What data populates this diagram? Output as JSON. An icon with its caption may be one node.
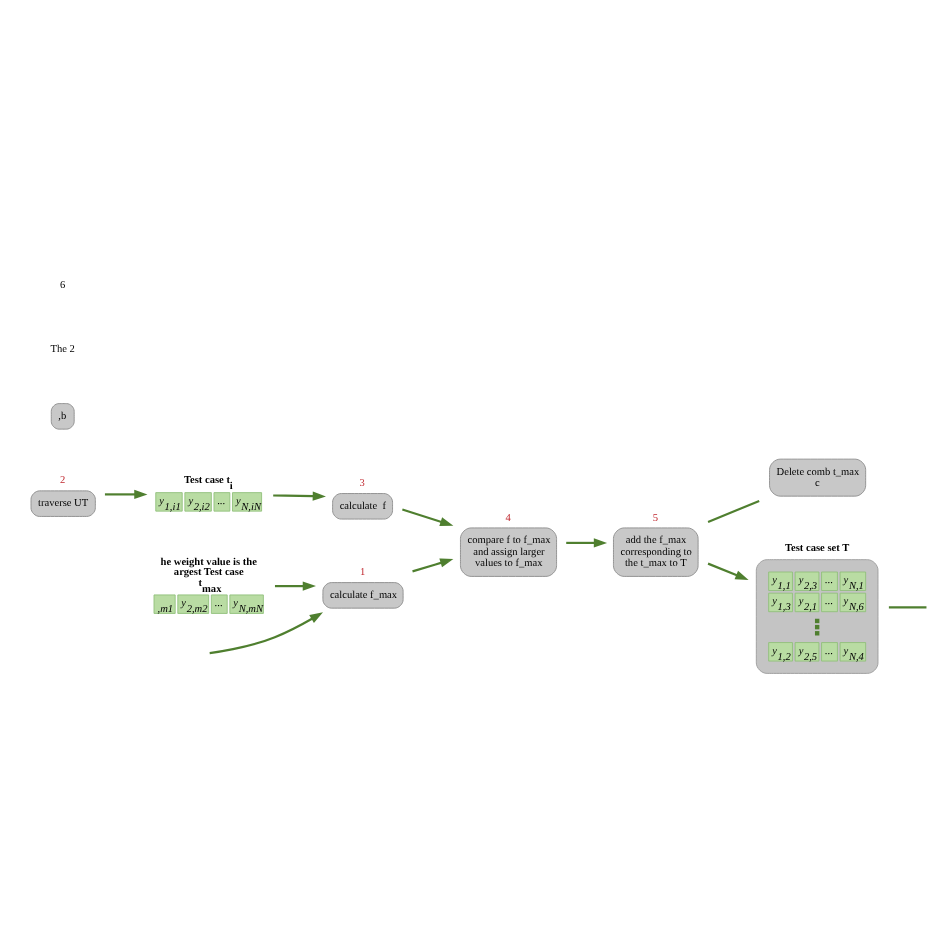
{
  "diagram": {
    "nodes": [
      {
        "text": [
          "traverse UT"
        ],
        "beside": [
          "2"
        ]
      },
      {
        "text": [
          "Test case t$_{i}$",
          "y$_{1,i1}$",
          "y$_{2,i2}$",
          "...",
          "y$_{N,iN}$"
        ]
      },
      {
        "text": [
          "calculate  f"
        ],
        "beside": [
          "3"
        ]
      },
      {
        "text": [
          "he weight value is the argest Test case t$_{max}$",
          "$_{,m1}$",
          "y$_{2,m2}$",
          "...",
          "y$_{N,mN}$"
        ]
      },
      {
        "text": [
          "calculate f_max"
        ],
        "beside": [
          "1"
        ]
      },
      {
        "text": [
          "compare f to f_max and assign larger values to f_max"
        ],
        "beside": [
          "4"
        ]
      },
      {
        "text": [
          "Delete comb t_max c"
        ]
      },
      {
        "text": [
          "add the f_max corresponding to the t_max to T"
        ],
        "beside": [
          "5"
        ]
      },
      {
        "text": [
          ",b"
        ]
      },
      {
        "text": [
          "Test case set T",
          "y$_{1,1}$",
          "y$_{2,3}$",
          "...",
          "y$_{N,1}$",
          "y$_{1,3}$",
          "y$_{2,1}$",
          "...",
          "y$_{N,6}$",
          "y$_{1,2}$",
          "y$_{2,5}$",
          "...",
          "y$_{N,4}$"
        ]
      }
    ],
    "edges": [
      {
        "from": 0,
        "to": 1,
        "arrow": "to"
      },
      {
        "from": 1,
        "to": 2,
        "arrow": "to"
      },
      {
        "from": 2,
        "to": 5,
        "arrow": "to"
      },
      {
        "from": 3,
        "to": 4,
        "arrow": "to"
      },
      {
        "from": 4,
        "to": 5,
        "arrow": "to"
      },
      {
        "from": 5,
        "to": 7,
        "arrow": "to"
      },
      {
        "from": 7,
        "to": 9,
        "arrow": "to"
      },
      {
        "from": 7,
        "to": 6,
        "arrow": "none"
      },
      {
        "from": null,
        "to": 4,
        "arrow": "to"
      },
      {
        "from": 9,
        "to": null,
        "arrow": "none"
      }
    ],
    "labels": [
      "The 2",
      "6"
    ]
  }
}
